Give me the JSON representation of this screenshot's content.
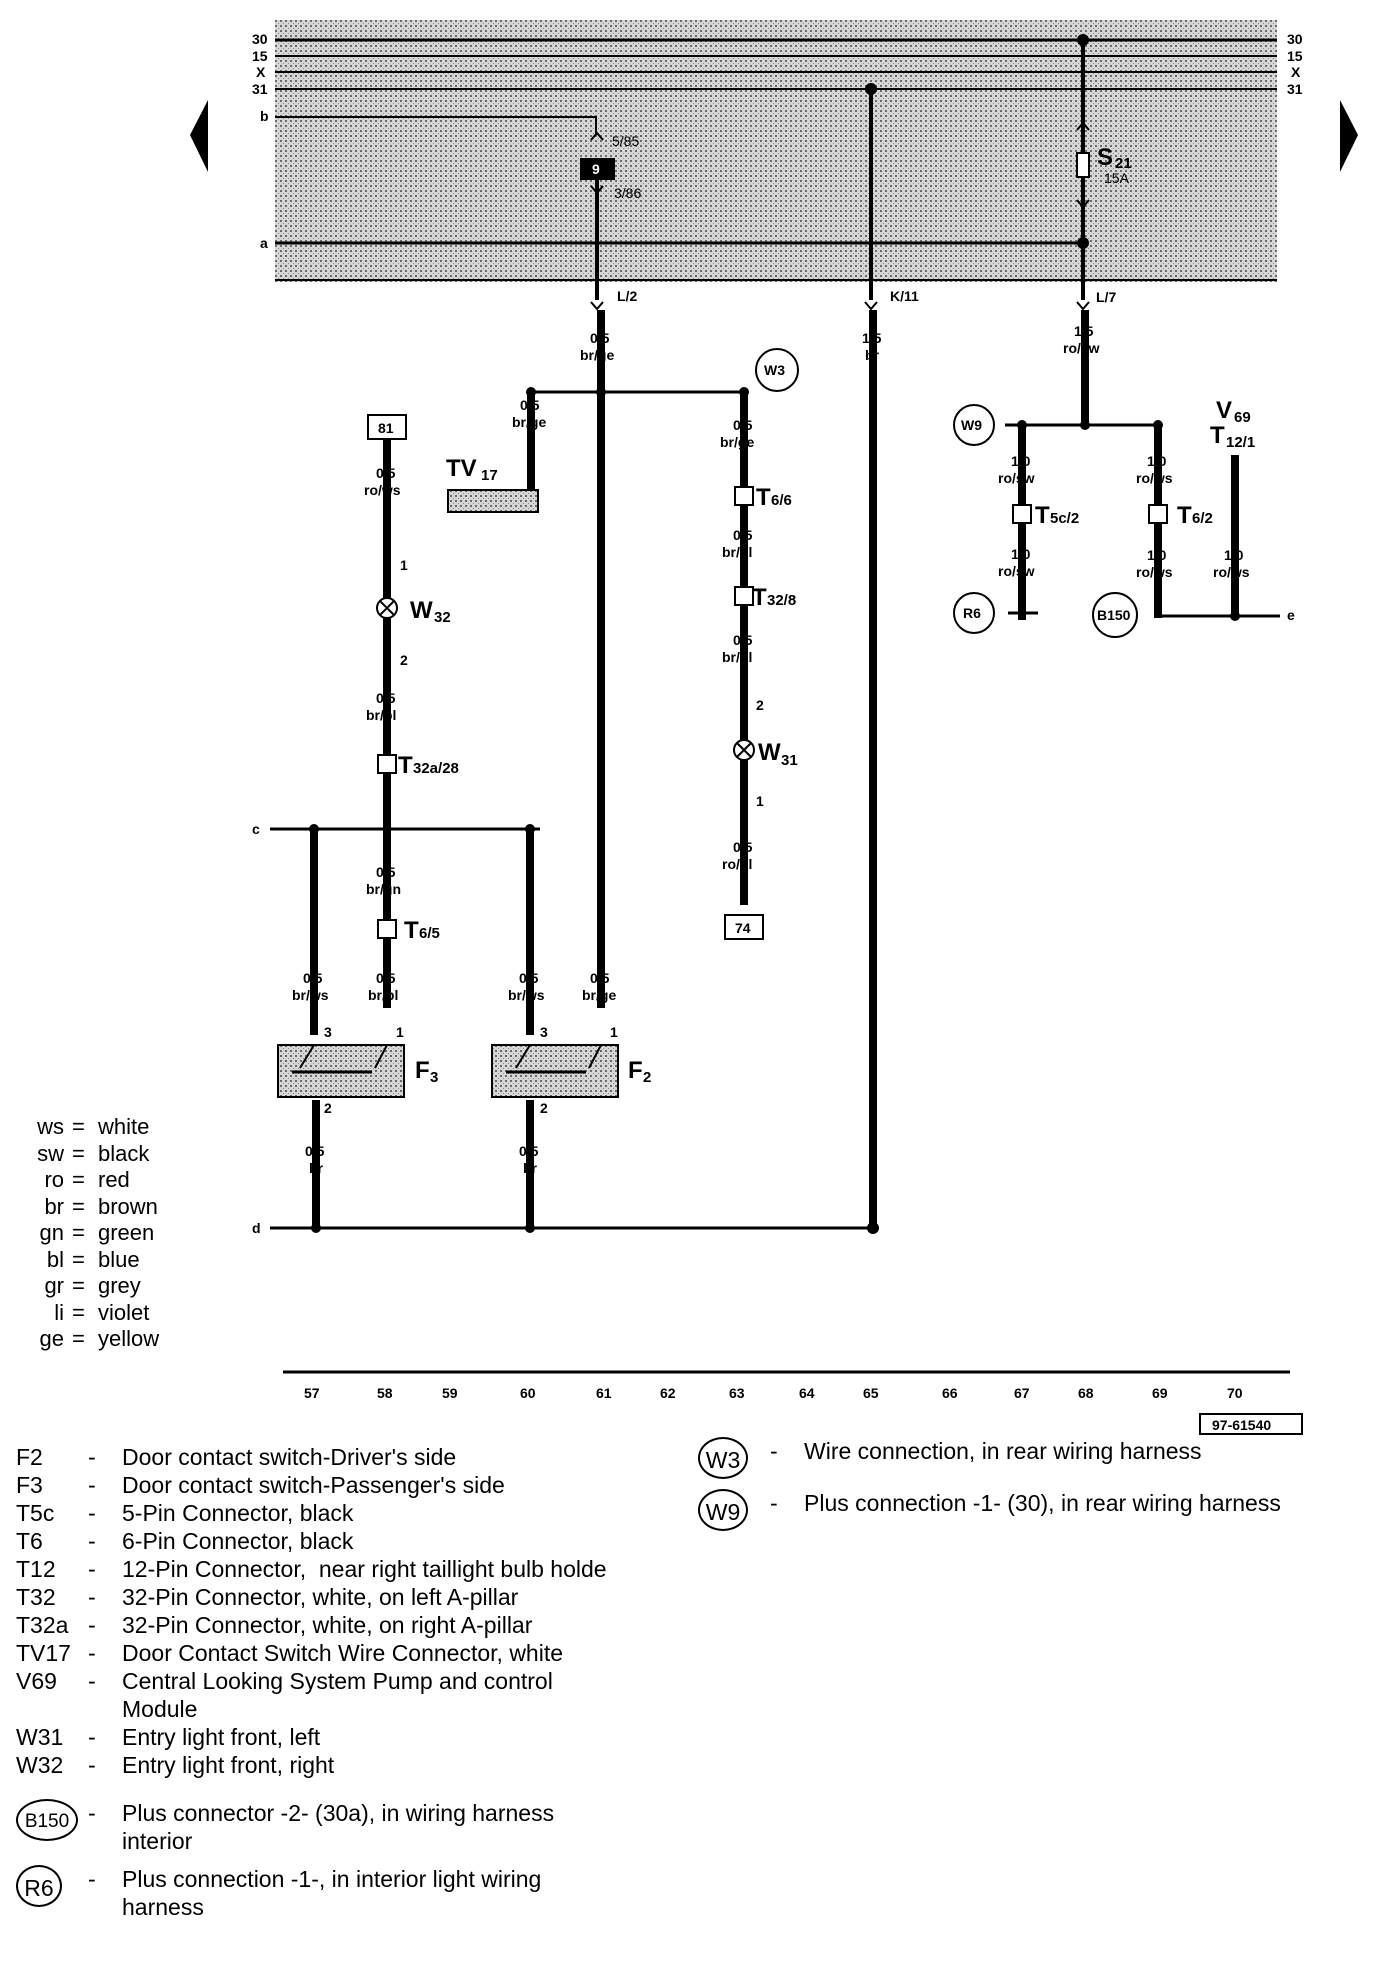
{
  "nav": {
    "prev_label": "previous page",
    "next_label": "next page"
  },
  "rails": {
    "r30": "30",
    "r15": "15",
    "rX": "X",
    "r31": "31",
    "a": "a",
    "b": "b",
    "c": "c",
    "d": "d",
    "e": "e"
  },
  "relay": {
    "number": "9",
    "pin_top": "5/85",
    "pin_bottom": "3/86"
  },
  "fuse": {
    "name": "S",
    "sub": "21",
    "rating": "15A"
  },
  "exits": {
    "l2": "L/2",
    "k11": "K/11",
    "l7": "L/7"
  },
  "wires": {
    "w61a": {
      "size": "0,5",
      "color": "br/ge"
    },
    "w65": {
      "size": "1,5",
      "color": "br"
    },
    "w68": {
      "size": "1,5",
      "color": "ro/sw"
    },
    "w_tv": {
      "size": "0,5",
      "color": "br/ge"
    },
    "w_w3": {
      "size": "0,5",
      "color": "br/ge"
    },
    "w_t66": {
      "size": "0,5",
      "color": "br/bl"
    },
    "w_t328": {
      "size": "0,5",
      "color": "br/bl"
    },
    "w_w31": {
      "size": "0,5",
      "color": "ro/bl"
    },
    "w_81": {
      "size": "0,5",
      "color": "ro/ws"
    },
    "w_w32": {
      "size": "0,5",
      "color": "br/bl"
    },
    "w_t32a": {
      "size": "0,5",
      "color": "br/gn"
    },
    "w_f3_3": {
      "size": "0,5",
      "color": "br/ws"
    },
    "w_f3_1": {
      "size": "0,5",
      "color": "br/bl"
    },
    "w_f2_3": {
      "size": "0,5",
      "color": "br/ws"
    },
    "w_f2_1": {
      "size": "0,5",
      "color": "br/ge"
    },
    "w_f3_2": {
      "size": "0,5",
      "color": "br"
    },
    "w_f2_2": {
      "size": "0,5",
      "color": "br"
    },
    "w_67a": {
      "size": "1,0",
      "color": "ro/sw"
    },
    "w_67b": {
      "size": "1,0",
      "color": "ro/sw"
    },
    "w_69a": {
      "size": "1,0",
      "color": "ro/ws"
    },
    "w_69b": {
      "size": "1,0",
      "color": "ro/ws"
    },
    "w_70": {
      "size": "1,0",
      "color": "ro/ws"
    }
  },
  "components": {
    "tv17": {
      "name": "TV",
      "sub": "17"
    },
    "w32": {
      "name": "W",
      "sub": "32",
      "pin1": "1",
      "pin2": "2"
    },
    "w31": {
      "name": "W",
      "sub": "31",
      "pin1": "1",
      "pin2": "2"
    },
    "t66": {
      "name": "T",
      "sub": "6/6"
    },
    "t328": {
      "name": "T",
      "sub": "32/8"
    },
    "t32a": {
      "name": "T",
      "sub": "32a/28"
    },
    "t65": {
      "name": "T",
      "sub": "6/5"
    },
    "t5c2": {
      "name": "T",
      "sub": "5c/2"
    },
    "t62": {
      "name": "T",
      "sub": "6/2"
    },
    "v69": {
      "name": "V",
      "sub": "69",
      "pin_name": "T",
      "pin_sub": "12/1"
    },
    "f3": {
      "name": "F",
      "sub": "3",
      "p3": "3",
      "p1": "1",
      "p2": "2"
    },
    "f2": {
      "name": "F",
      "sub": "2",
      "p3": "3",
      "p1": "1",
      "p2": "2"
    },
    "ref81": "81",
    "ref74": "74",
    "w3": "W3",
    "w9": "W9",
    "r6": "R6",
    "b150": "B150"
  },
  "columns": [
    "57",
    "58",
    "59",
    "60",
    "61",
    "62",
    "63",
    "64",
    "65",
    "66",
    "67",
    "68",
    "69",
    "70"
  ],
  "figure_id": "97-61540",
  "color_codes": [
    {
      "abbr": "ws",
      "name": "white"
    },
    {
      "abbr": "sw",
      "name": "black"
    },
    {
      "abbr": "ro",
      "name": "red"
    },
    {
      "abbr": "br",
      "name": "brown"
    },
    {
      "abbr": "gn",
      "name": "green"
    },
    {
      "abbr": "bl",
      "name": "blue"
    },
    {
      "abbr": "gr",
      "name": "grey"
    },
    {
      "abbr": "li",
      "name": "violet"
    },
    {
      "abbr": "ge",
      "name": "yellow"
    }
  ],
  "legend": [
    {
      "code": "F2",
      "desc": "Door contact switch-Driver's side"
    },
    {
      "code": "F3",
      "desc": "Door contact switch-Passenger's side"
    },
    {
      "code": "T5c",
      "desc": "5-Pin Connector, black"
    },
    {
      "code": "T6",
      "desc": "6-Pin Connector, black"
    },
    {
      "code": "T12",
      "desc": "12-Pin Connector,  near right taillight bulb holde"
    },
    {
      "code": "T32",
      "desc": "32-Pin Connector, white, on left A-pillar"
    },
    {
      "code": "T32a",
      "desc": "32-Pin Connector, white, on right A-pillar"
    },
    {
      "code": "TV17",
      "desc": "Door Contact Switch Wire Connector, white"
    },
    {
      "code": "V69",
      "desc": "Central Looking System Pump and control\nModule"
    },
    {
      "code": "W31",
      "desc": "Entry light front, left"
    },
    {
      "code": "W32",
      "desc": "Entry light front, right"
    }
  ],
  "legend_circled": [
    {
      "code": "B150",
      "desc": "Plus connector -2- (30a), in wiring harness\ninterior"
    },
    {
      "code": "R6",
      "desc": "Plus connection -1-, in interior light wiring\nharness"
    }
  ],
  "legend_right": [
    {
      "code": "W3",
      "desc": "Wire connection, in rear wiring harness"
    },
    {
      "code": "W9",
      "desc": "Plus connection -1- (30), in rear wiring harness"
    }
  ]
}
